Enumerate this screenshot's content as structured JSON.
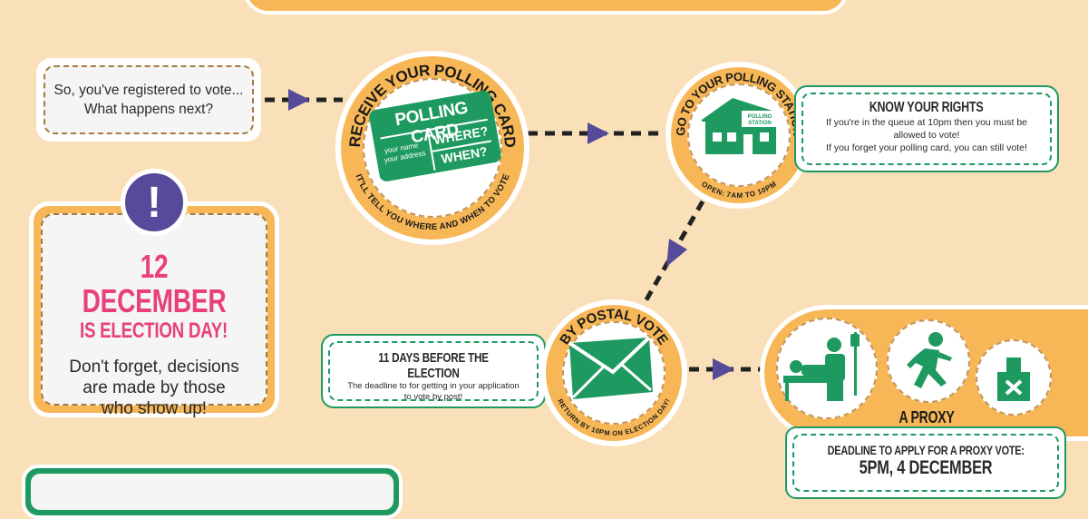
{
  "intro": {
    "line1": "So, you've registered to vote...",
    "line2": "What happens next?"
  },
  "step_card": {
    "title": "RECEIVE YOUR POLLING CARD",
    "subtitle": "IT'LL TELL YOU WHERE AND WHEN TO VOTE",
    "card_heading": "POLLING CARD",
    "card_name": "your name",
    "card_address": "your address",
    "card_where": "WHERE?",
    "card_when": "WHEN?"
  },
  "step_station": {
    "title": "GO TO YOUR POLLING STATION",
    "subtitle": "OPEN: 7AM TO 10PM",
    "sign_line1": "POLLING",
    "sign_line2": "STATION"
  },
  "rights": {
    "heading": "KNOW YOUR RIGHTS",
    "line1": "If you're in the queue at 10pm then you must be",
    "line2": "allowed to vote!",
    "line3": "If you forget your polling card, you can still vote!"
  },
  "alert": {
    "mark": "!",
    "date": "12 DECEMBER",
    "headline": "IS ELECTION DAY!",
    "line1": "Don't forget, decisions",
    "line2": "are made by those",
    "line3": "who show up!"
  },
  "postal": {
    "title": "BY POSTAL VOTE",
    "subtitle": "RETURN BY 10PM ON ELECTION DAY!",
    "deadline_heading": "11 DAYS BEFORE THE ELECTION",
    "deadline_line1": "The deadline to for getting in your application",
    "deadline_line2": "to vote by post!"
  },
  "proxy": {
    "title": "A PROXY VOTE",
    "deadline_label": "DEADLINE TO APPLY FOR A PROXY VOTE:",
    "deadline_value": "5PM, 4 DECEMBER"
  },
  "colors": {
    "orange": "#f7b757",
    "green": "#1e9a60",
    "purple": "#564a9a",
    "pink": "#e8407d",
    "background": "#fae0b8"
  }
}
